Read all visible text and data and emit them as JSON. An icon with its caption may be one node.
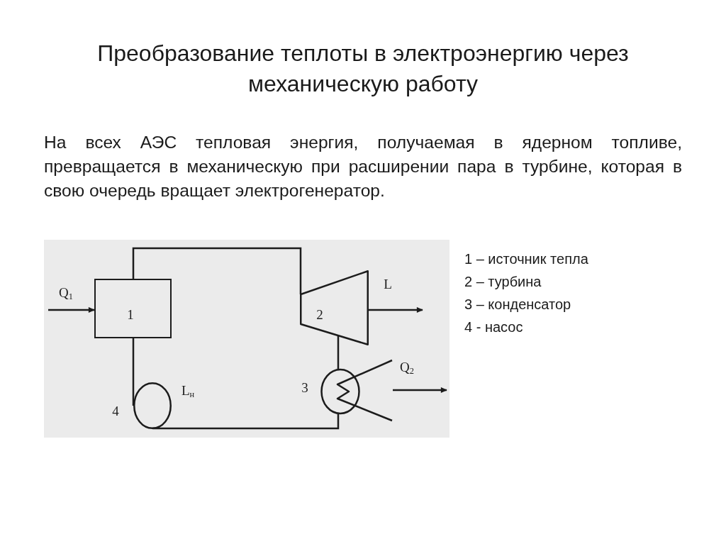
{
  "diagram": {
    "title": "Преобразование теплоты в электроэнергию через механическую работу",
    "nodes": [
      {
        "text": [
          "1"
        ]
      },
      {
        "text": [
          "2"
        ]
      },
      {
        "text": [],
        "shape": "circle",
        "beside": [
          "3"
        ]
      },
      {
        "text": [],
        "shape": "circle",
        "beside": [
          "4",
          "L$_{н}$"
        ]
      }
    ],
    "edges": [
      {
        "from": 0,
        "to": 1,
        "arrow": "none"
      },
      {
        "from": 1,
        "to": 2,
        "arrow": "none"
      },
      {
        "from": 2,
        "to": 3,
        "arrow": "none"
      },
      {
        "from": 3,
        "to": 0,
        "arrow": "none"
      },
      {
        "from": null,
        "to": 0,
        "arrow": "to",
        "label": "Q$_{1}$"
      },
      {
        "from": 1,
        "to": null,
        "arrow": "to",
        "label": "L"
      },
      {
        "from": 2,
        "to": null,
        "arrow": "to",
        "label": "Q$_{2}$"
      }
    ],
    "labels": [
      "На всех АЭС тепловая энергия, получаемая в ядерном топливе, превращается в механическую при расширении пара в турбине, которая в свою очередь вращает электрогенератор.",
      "1 – источник тепла",
      "2 – турбина",
      "3 – конденсатор",
      "4 - насос"
    ]
  }
}
